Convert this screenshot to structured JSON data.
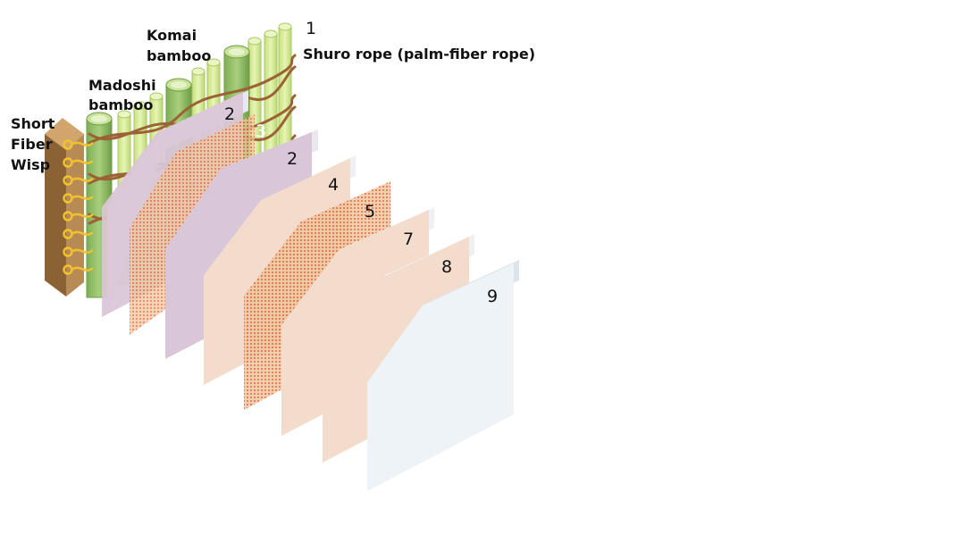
{
  "labels": {
    "short_fiber_wisp": [
      "Short",
      "Fiber",
      "Wisp"
    ],
    "madoshi_bamboo": [
      "Madoshi",
      "bamboo"
    ],
    "komai_bamboo": [
      "Komai",
      "bamboo"
    ],
    "shuro_rope": "Shuro rope (palm-fiber rope)",
    "layer_numbers": [
      "1",
      "2",
      "3",
      "2",
      "4",
      "5",
      "7",
      "8",
      "9"
    ]
  },
  "colors": {
    "wisp_post": "#b88a55",
    "wisp_post_side": "#8a6234",
    "wisp_loops": "#f2c22c",
    "madoshi": "#95c06a",
    "komai": "#d8ee9c",
    "rope": "#9c6235",
    "layer_purple": "#d9c6d8",
    "layer_peach": "#f3dccc",
    "mesh_orange": "#e28a4e",
    "layer_final": "#eef3f7"
  }
}
